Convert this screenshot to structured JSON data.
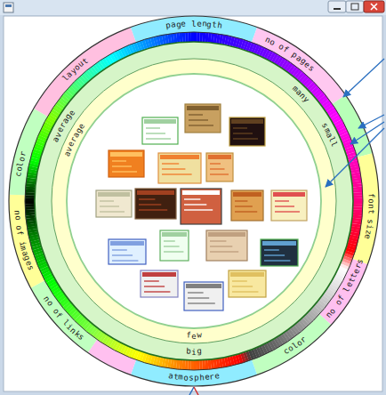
{
  "diagram": {
    "labels": [
      "page length",
      "no of pages",
      "font size",
      "no of letters",
      "color",
      "atmosphere",
      "no of links",
      "no of images",
      "color",
      "layout",
      "many",
      "small",
      "big",
      "average",
      "average",
      "few"
    ]
  }
}
